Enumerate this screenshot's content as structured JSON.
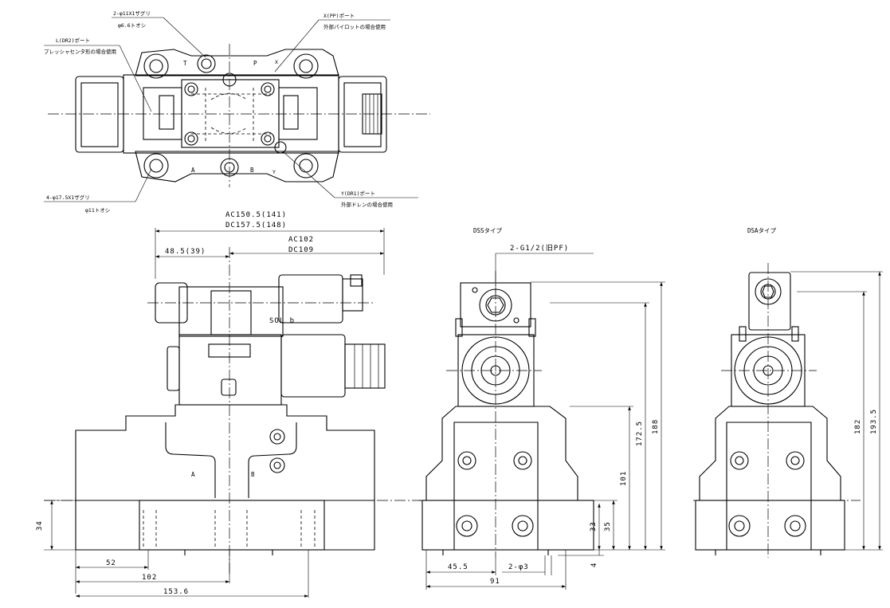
{
  "callouts": {
    "counterbore_top": "2-φ11X1ザグリ",
    "counterbore_top_sub": "φ6.6トオシ",
    "x_port": "X(PP)ポート",
    "x_port_sub": "外部パイロットの場合使用",
    "l_port": "L(DR2)ポート",
    "l_port_sub": "プレッシャセンタ形の場合使用",
    "counterbore_bottom": "4-φ17.5X1ザグリ",
    "counterbore_bottom_sub": "φ11トオシ",
    "y_port": "Y(DR1)ポート",
    "y_port_sub": "外部ドレンの場合使用"
  },
  "port_labels": {
    "t": "T",
    "p": "P",
    "x": "X",
    "a": "A",
    "b": "B",
    "y": "Y"
  },
  "front": {
    "dim_overall_ac": "AC150.5(141)",
    "dim_overall_dc": "DC157.5(148)",
    "dim_right_ac": "AC102",
    "dim_right_dc": "DC109",
    "dim_left": "48.5(39)",
    "sol_label": "SOL b",
    "port_a": "A",
    "port_b": "B",
    "dim_height": "34",
    "dim_52": "52",
    "dim_102": "102",
    "dim_153": "153.6"
  },
  "side_dss": {
    "title": "DSSタイプ",
    "port_note": "2-G1/2(旧PF)",
    "dim_1725": "172.5",
    "dim_188": "188",
    "dim_101": "101",
    "dim_33": "33",
    "dim_35": "35",
    "dim_4": "4",
    "dim_455": "45.5",
    "dim_pin": "2-φ3",
    "dim_91": "91"
  },
  "side_dsa": {
    "title": "DSAタイプ",
    "dim_182": "182",
    "dim_1935": "193.5"
  }
}
